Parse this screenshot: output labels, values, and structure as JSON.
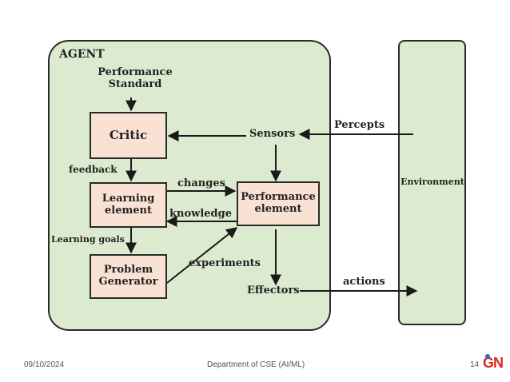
{
  "diagram": {
    "agent_label": "AGENT",
    "environment_label": "Environment",
    "performance_standard": "Performance\nStandard",
    "critic": "Critic",
    "sensors": "Sensors",
    "percepts": "Percepts",
    "feedback": "feedback",
    "learning_element": "Learning\nelement",
    "changes": "changes",
    "knowledge": "knowledge",
    "performance_element": "Performance\nelement",
    "learning_goals": "Learning goals",
    "problem_generator": "Problem\nGenerator",
    "experiments": "experiments",
    "effectors": "Effectors",
    "actions": "actions"
  },
  "footer": {
    "date": "09/10/2024",
    "department": "Department of CSE (AI/ML)",
    "page_number": "14",
    "logo_text": "GN"
  },
  "colors": {
    "agent_fill": "#dcebd0",
    "box_fill": "#f9e2d4",
    "logo_red": "#d7281e"
  }
}
